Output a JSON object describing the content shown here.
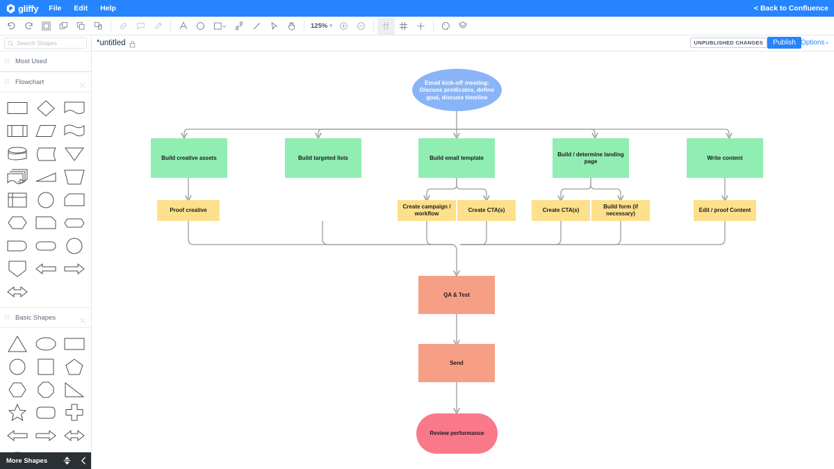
{
  "app": {
    "brand": "gliffy",
    "menus": [
      "File",
      "Edit",
      "Help"
    ],
    "back_link": "< Back to Confluence"
  },
  "toolbar": {
    "zoom_level": "125%",
    "icons": [
      "undo-icon",
      "redo-icon",
      "group-icon",
      "duplicate-icon",
      "bring-to-front-icon",
      "send-to-back-icon",
      "link-icon",
      "comment-icon",
      "eyedropper-icon",
      "text-icon",
      "ellipse-icon",
      "rectangle-icon",
      "connector-icon",
      "line-icon",
      "pointer-icon",
      "hand-icon",
      "zoom-in-icon",
      "zoom-out-icon",
      "guides-icon",
      "grid-icon",
      "snap-icon",
      "theme-icon",
      "layers-icon"
    ]
  },
  "document": {
    "title": "*untitled",
    "lock_icon": "lock-icon",
    "status_badge": "UNPUBLISHED CHANGES",
    "publish_label": "Publish",
    "options_label": "Options"
  },
  "sidebar": {
    "search_placeholder": "Search Shapes",
    "sections": [
      {
        "title": "Most Used",
        "closable": false
      },
      {
        "title": "Flowchart",
        "closable": true
      },
      {
        "title": "Basic Shapes",
        "closable": true
      }
    ],
    "flowchart_shapes": [
      "rectangle",
      "diamond",
      "document",
      "predefined-process",
      "parallelogram",
      "multi-document",
      "database",
      "stored-data",
      "triangle-down",
      "multi-process",
      "wedge",
      "trapezoid",
      "internal-storage",
      "circle",
      "pentagon-box",
      "hexagon",
      "card",
      "flag-hexagon",
      "delay",
      "stadium",
      "circle-2",
      "home-plate",
      "arrow-left",
      "arrow-right",
      "arrow-double"
    ],
    "basic_shapes": [
      "triangle",
      "ellipse",
      "rectangle",
      "circle",
      "square",
      "pentagon",
      "hexagon",
      "octagon",
      "right-triangle",
      "star",
      "rounded-rect",
      "cross",
      "arrow-left",
      "arrow-right",
      "arrow-double",
      "cylinder",
      "cube-a",
      "cube-b"
    ],
    "more_shapes_label": "More Shapes",
    "more_shapes_icons": [
      "collapse-expand-icon",
      "chevron-left-icon"
    ]
  },
  "diagram": {
    "nodes": [
      {
        "id": "kickoff",
        "label": "Email kick-off meeting: Discuss predicates, define goal, discuss timeline",
        "shape": "ellipse",
        "color": "#89b4f8"
      },
      {
        "id": "creative",
        "label": "Build creative assets",
        "shape": "rect",
        "color": "#90eeb3"
      },
      {
        "id": "lists",
        "label": "Build targeted lists",
        "shape": "rect",
        "color": "#90eeb3"
      },
      {
        "id": "template",
        "label": "Build email template",
        "shape": "rect",
        "color": "#90eeb3"
      },
      {
        "id": "landing",
        "label": "Build / determine landing page",
        "shape": "rect",
        "color": "#90eeb3"
      },
      {
        "id": "write",
        "label": "Write content",
        "shape": "rect",
        "color": "#90eeb3"
      },
      {
        "id": "proof",
        "label": "Proof creative",
        "shape": "rect",
        "color": "#fde08b"
      },
      {
        "id": "campaign",
        "label": "Create campaign / workflow",
        "shape": "rect",
        "color": "#fde08b"
      },
      {
        "id": "cta1",
        "label": "Create CTA(s)",
        "shape": "rect",
        "color": "#fde08b"
      },
      {
        "id": "cta2",
        "label": "Create CTA(s)",
        "shape": "rect",
        "color": "#fde08b"
      },
      {
        "id": "form",
        "label": "Build form (if necessary)",
        "shape": "rect",
        "color": "#fde08b"
      },
      {
        "id": "editproof",
        "label": "Edit / proof Content",
        "shape": "rect",
        "color": "#fde08b"
      },
      {
        "id": "qa",
        "label": "QA & Test",
        "shape": "rect",
        "color": "#f79f85"
      },
      {
        "id": "send",
        "label": "Send",
        "shape": "rect",
        "color": "#f79f85"
      },
      {
        "id": "review",
        "label": "Review performance",
        "shape": "stadium",
        "color": "#f9798b"
      }
    ]
  }
}
